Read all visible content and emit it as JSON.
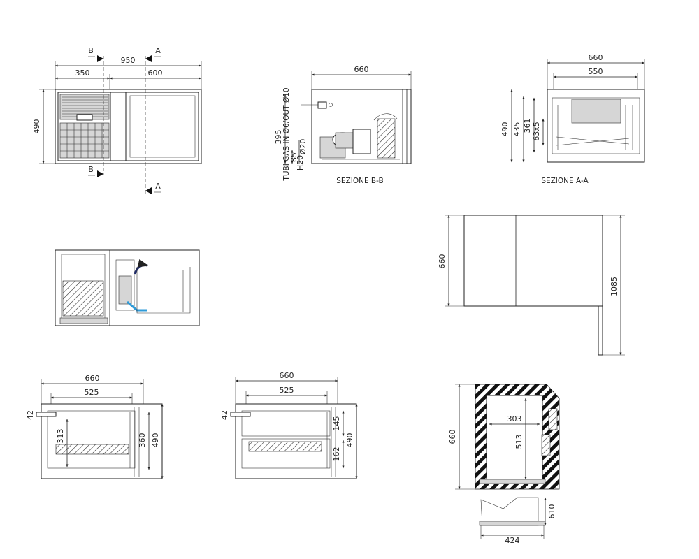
{
  "top_view": {
    "dims": {
      "overall_width": "950",
      "left_section": "350",
      "right_section": "600",
      "height": "490"
    },
    "section_markers": {
      "b_top": "B",
      "b_bottom": "B",
      "a_top": "A",
      "a_bottom": "A"
    }
  },
  "section_bb": {
    "caption": "SEZIONE B-B",
    "dims": {
      "width": "660",
      "height": "395",
      "h1": "85",
      "h2": "H20"
    },
    "annotations": {
      "gas_pipes": "TUBI GAS IN Ø6/OUT Ø10",
      "drain": "Ø20"
    }
  },
  "section_aa": {
    "caption": "SEZIONE A-A",
    "dims": {
      "width_outer": "660",
      "width_inner": "550",
      "h_total": "490",
      "h_2": "435",
      "h_3": "361",
      "h_4": "63x5"
    }
  },
  "side_view": {
    "dims": {
      "depth": "660",
      "height": "1085"
    }
  },
  "drawer_single": {
    "dims": {
      "width_outer": "660",
      "width_inner": "525",
      "handle": "42",
      "inner_h": "313",
      "h_360": "360",
      "h_490": "490"
    }
  },
  "drawer_double": {
    "dims": {
      "width_outer": "660",
      "width_inner": "525",
      "handle": "42",
      "h_145": "145",
      "h_162": "162",
      "h_490": "490"
    }
  },
  "plan_section": {
    "dims": {
      "depth": "660",
      "inner_w": "303",
      "inner_h": "513",
      "h_610": "610",
      "w_424": "424"
    }
  }
}
